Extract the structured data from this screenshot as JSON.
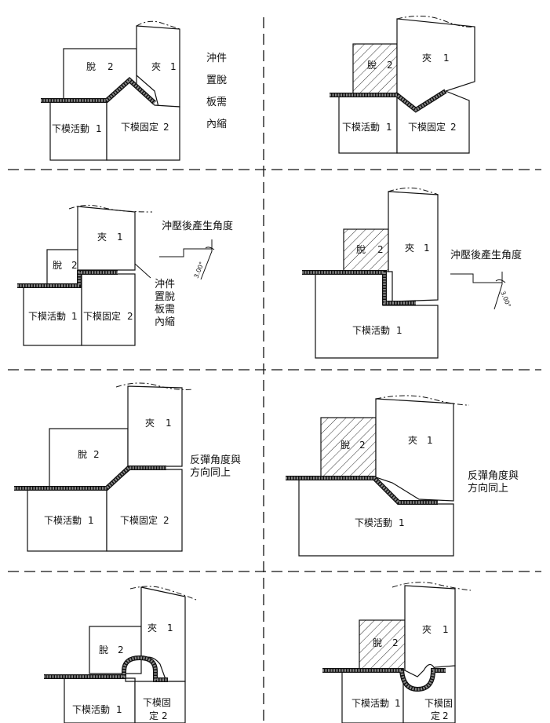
{
  "labels": {
    "stripper": "脫",
    "clamp": "夾",
    "die_moving": "下模活動",
    "die_fixed": "下模固定",
    "die_fixed_line1": "下模固",
    "die_fixed_line2": "定",
    "n1": "1",
    "n2": "2",
    "note_top": [
      "沖件",
      "置脫",
      "板需",
      "內縮"
    ],
    "note_bend": "沖壓後產生角度",
    "angle": "3.00°",
    "note_spring_line1": "反彈角度與",
    "note_spring_line2": "方向同上"
  },
  "colors": {
    "line": "#111111",
    "strip_fill": "#888888",
    "hatch": "#333333"
  }
}
